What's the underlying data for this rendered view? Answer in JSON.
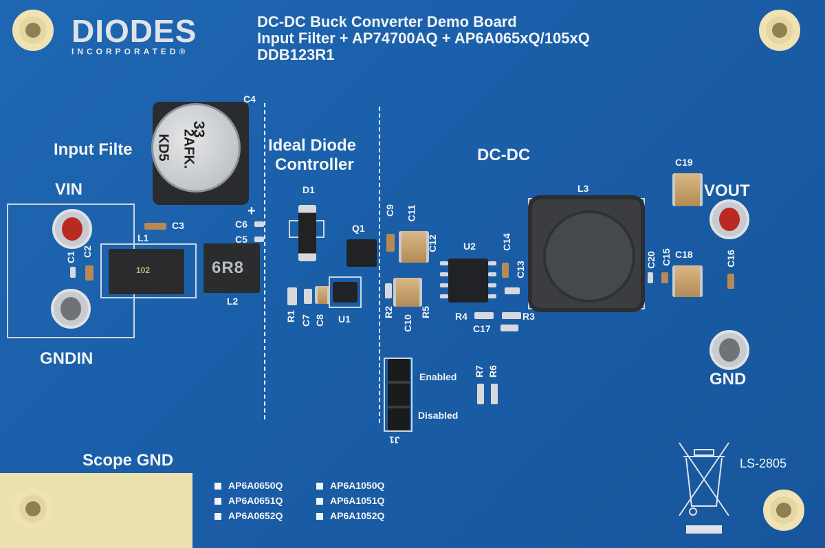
{
  "logo": {
    "name": "DIODES",
    "sub": "INCORPORATED",
    "mark": "®"
  },
  "title": {
    "line1": "DC-DC Buck Converter Demo Board",
    "line2": "Input Filter + AP74700AQ + AP6A065xQ/105xQ",
    "line3": "DDB123R1"
  },
  "sections": {
    "input_filter": "Input Filte",
    "ideal_diode_1": "Ideal Diode",
    "ideal_diode_2": "Controller",
    "dcdc": "DC-DC"
  },
  "terminals": {
    "vin": "VIN",
    "gndin": "GNDIN",
    "vout": "VOUT",
    "gnd": "GND",
    "scope_gnd": "Scope GND"
  },
  "components": {
    "c4": "C4",
    "c3": "C3",
    "c6": "C6",
    "c5": "C5",
    "plus": "+",
    "l1": "L1",
    "l2": "L2",
    "l2_marking": "6R8",
    "l1_marking": "102",
    "c1": "C1",
    "c2": "C2",
    "d1": "D1",
    "q1": "Q1",
    "u1": "U1",
    "u2": "U2",
    "r1": "R1",
    "c7": "C7",
    "c8": "C8",
    "c9": "C9",
    "c11": "C11",
    "c12": "C12",
    "c14": "C14",
    "c13": "C13",
    "r2": "R2",
    "c10": "C10",
    "r5": "R5",
    "r4": "R4",
    "r3": "R3",
    "c17": "C17",
    "l3": "L3",
    "c19": "C19",
    "c20": "C20",
    "c15": "C15",
    "c18": "C18",
    "c16": "C16",
    "r7": "R7",
    "r6": "R6",
    "j1": "J1"
  },
  "cap_marking": {
    "line1": "33",
    "line2": "2AFK.",
    "line3": "KD5"
  },
  "jumper": {
    "enabled": "Enabled",
    "disabled": "Disabled"
  },
  "variants": [
    "AP6A0650Q",
    "AP6A0651Q",
    "AP6A0652Q",
    "AP6A1050Q",
    "AP6A1051Q",
    "AP6A1052Q"
  ],
  "board_code": "LS-2805",
  "colors": {
    "board": "#1a5ea8",
    "silkscreen": "#f2f4f7",
    "pad": "#d7d9dc",
    "gold": "#e6d6a2"
  }
}
